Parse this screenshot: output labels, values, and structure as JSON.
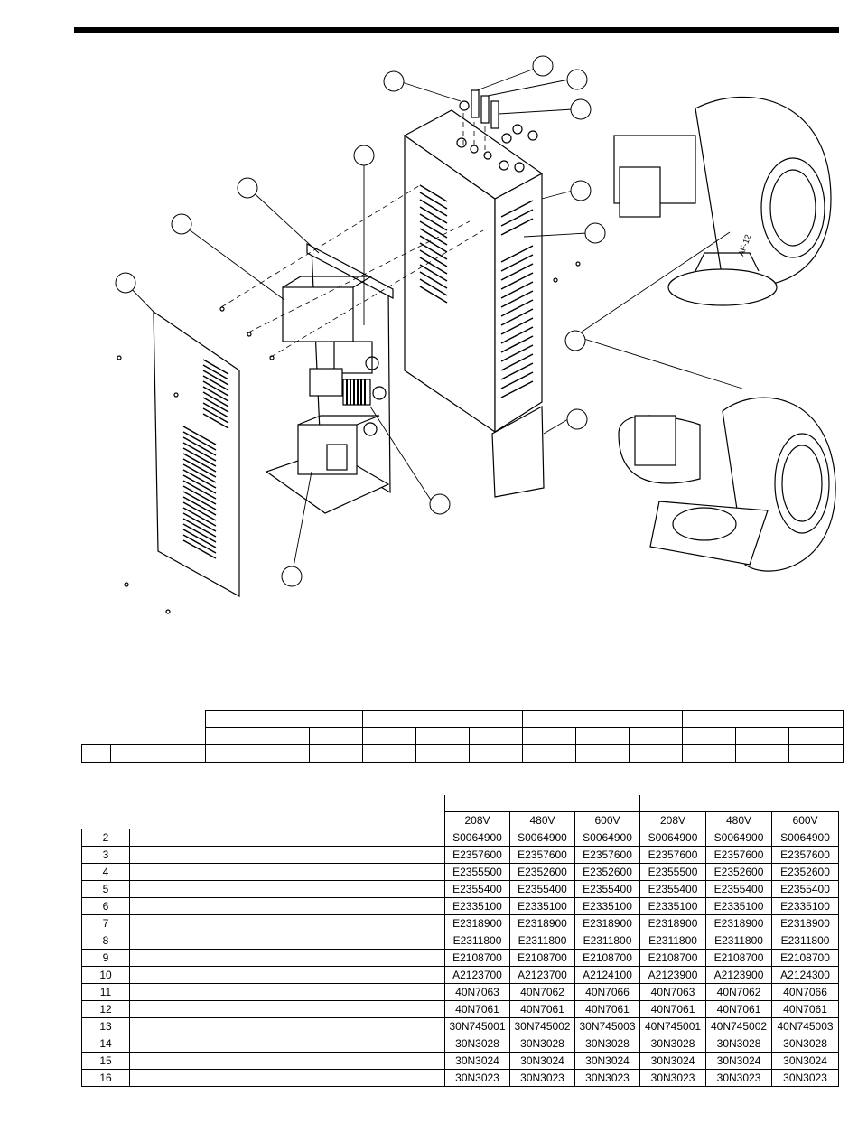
{
  "voltages": [
    "208V",
    "480V",
    "600V",
    "208V",
    "480V",
    "600V"
  ],
  "parts": [
    {
      "item": "2",
      "parts": [
        "S0064900",
        "S0064900",
        "S0064900",
        "S0064900",
        "S0064900",
        "S0064900"
      ]
    },
    {
      "item": "3",
      "parts": [
        "E2357600",
        "E2357600",
        "E2357600",
        "E2357600",
        "E2357600",
        "E2357600"
      ]
    },
    {
      "item": "4",
      "parts": [
        "E2355500",
        "E2352600",
        "E2352600",
        "E2355500",
        "E2352600",
        "E2352600"
      ]
    },
    {
      "item": "5",
      "parts": [
        "E2355400",
        "E2355400",
        "E2355400",
        "E2355400",
        "E2355400",
        "E2355400"
      ]
    },
    {
      "item": "6",
      "parts": [
        "E2335100",
        "E2335100",
        "E2335100",
        "E2335100",
        "E2335100",
        "E2335100"
      ]
    },
    {
      "item": "7",
      "parts": [
        "E2318900",
        "E2318900",
        "E2318900",
        "E2318900",
        "E2318900",
        "E2318900"
      ]
    },
    {
      "item": "8",
      "parts": [
        "E2311800",
        "E2311800",
        "E2311800",
        "E2311800",
        "E2311800",
        "E2311800"
      ]
    },
    {
      "item": "9",
      "parts": [
        "E2108700",
        "E2108700",
        "E2108700",
        "E2108700",
        "E2108700",
        "E2108700"
      ]
    },
    {
      "item": "10",
      "parts": [
        "A2123700",
        "A2123700",
        "A2124100",
        "A2123900",
        "A2123900",
        "A2124300"
      ]
    },
    {
      "item": "11",
      "parts": [
        "40N7063",
        "40N7062",
        "40N7066",
        "40N7063",
        "40N7062",
        "40N7066"
      ]
    },
    {
      "item": "12",
      "parts": [
        "40N7061",
        "40N7061",
        "40N7061",
        "40N7061",
        "40N7061",
        "40N7061"
      ]
    },
    {
      "item": "13",
      "parts": [
        "30N745001",
        "30N745002",
        "30N745003",
        "40N745001",
        "40N745002",
        "40N745003"
      ]
    },
    {
      "item": "14",
      "parts": [
        "30N3028",
        "30N3028",
        "30N3028",
        "30N3028",
        "30N3028",
        "30N3028"
      ]
    },
    {
      "item": "15",
      "parts": [
        "30N3024",
        "30N3024",
        "30N3024",
        "30N3024",
        "30N3024",
        "30N3024"
      ]
    },
    {
      "item": "16",
      "parts": [
        "30N3023",
        "30N3023",
        "30N3023",
        "30N3023",
        "30N3023",
        "30N3023"
      ]
    }
  ],
  "blower_label": "AF-12"
}
